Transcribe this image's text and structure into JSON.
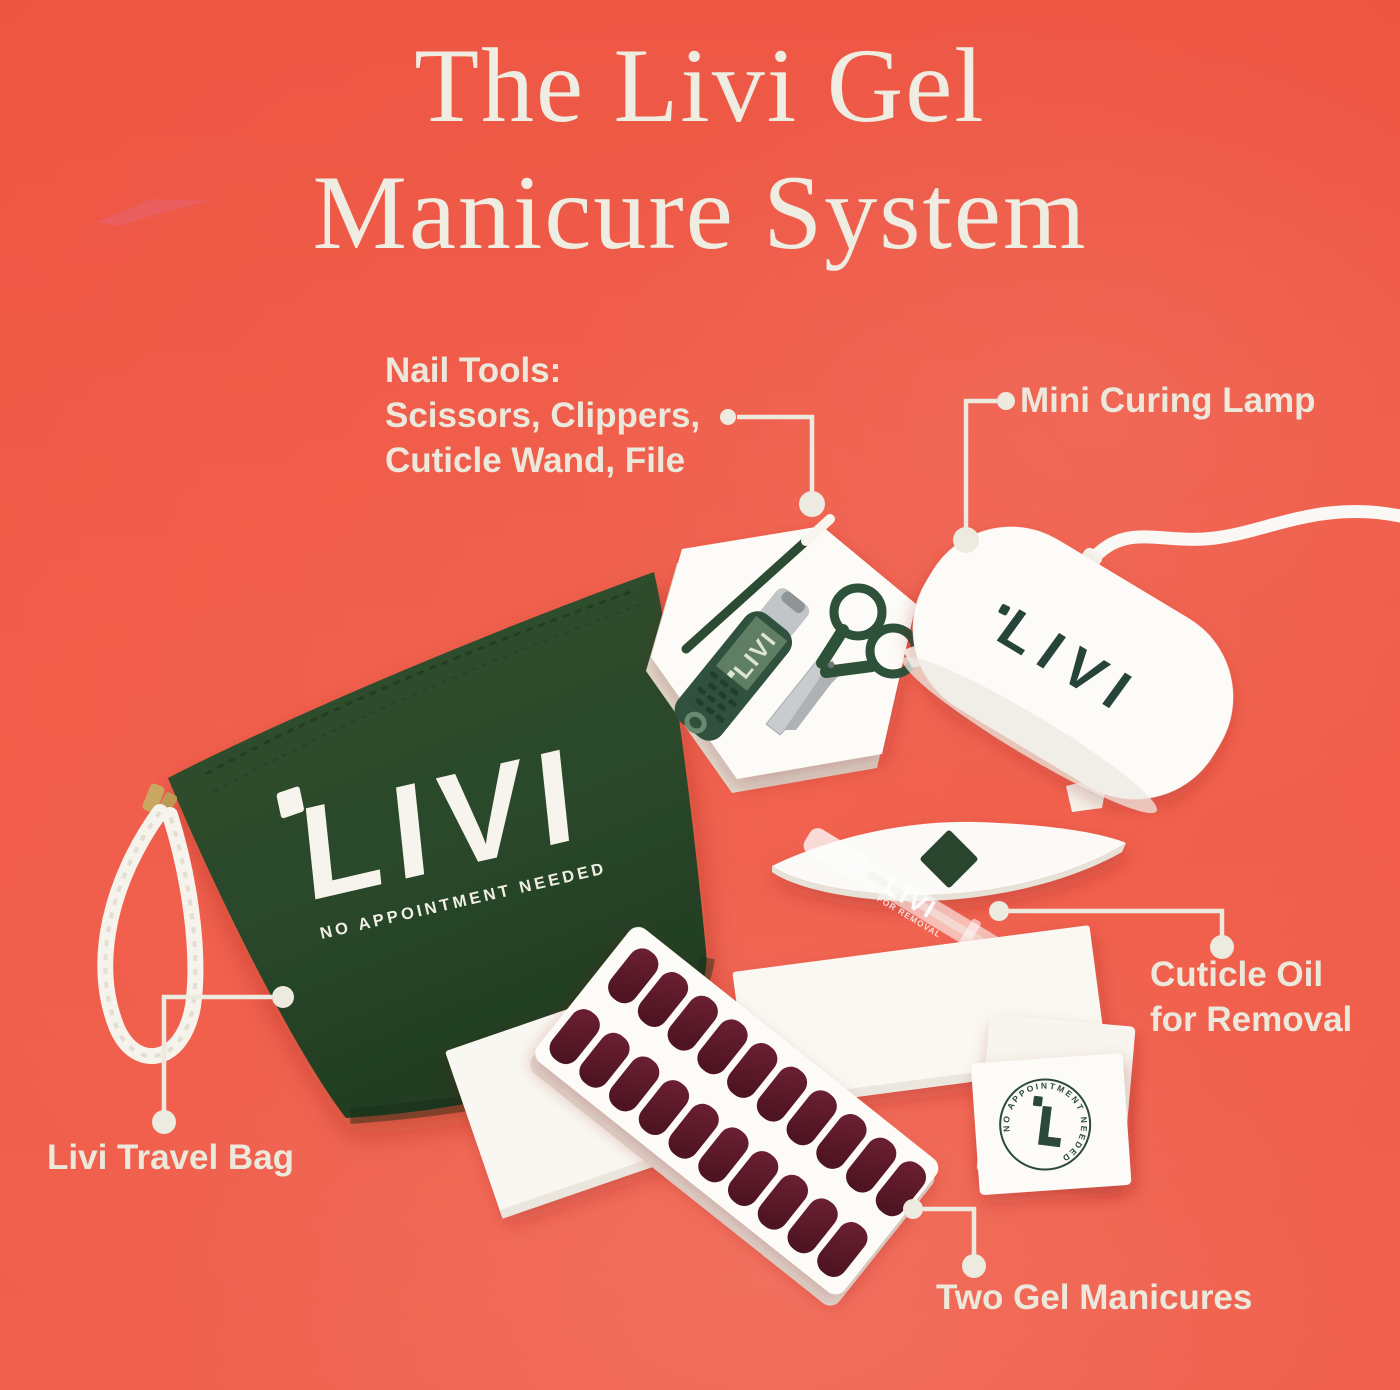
{
  "title": {
    "line1": "The Livi Gel",
    "line2": "Manicure System"
  },
  "callout_labels": {
    "nail_tools": {
      "line1": "Nail Tools:",
      "line2": "Scissors, Clippers,",
      "line3": "Cuticle Wand, File"
    },
    "mini_curing_lamp": {
      "text": "Mini Curing Lamp"
    },
    "cuticle_oil": {
      "line1": "Cuticle Oil",
      "line2": "for Removal"
    },
    "travel_bag": {
      "text": "Livi Travel Bag"
    },
    "gel_manicures": {
      "text": "Two Gel Manicures"
    }
  },
  "branding": {
    "wordmark": "LIVI",
    "tagline": "NO APPOINTMENT NEEDED",
    "oil_pen_label": "FOR REMOVAL",
    "stamp_text": "NO APPOINTMENT NEEDED"
  },
  "colors": {
    "background": "#EF5847",
    "text_cream": "#ECE9DC",
    "callout_cream": "#EDEAE0",
    "bag_green": "#2B4A2C",
    "tool_green": "#2F5139",
    "logo_green": "#27443A",
    "nail_maroon": "#5C1A2A",
    "product_white": "#FBFAF5"
  }
}
